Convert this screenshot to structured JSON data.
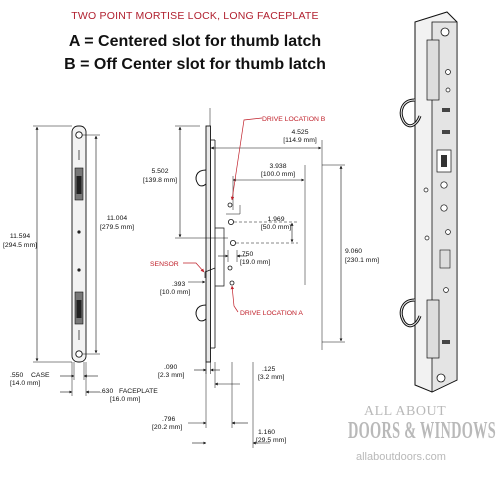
{
  "header": {
    "title": "TWO POINT MORTISE LOCK, LONG FACEPLATE",
    "line_a": "A = Centered slot for thumb latch",
    "line_b": "B = Off Center slot for thumb latch"
  },
  "colors": {
    "title": "#b01f2e",
    "callout": "#c0202a",
    "metal": "#f2f2f2",
    "watermark": "#b9b9b9"
  },
  "callouts": {
    "drive_b": "DRIVE LOCATION B",
    "drive_a": "DRIVE LOCATION A",
    "sensor": "SENSOR",
    "case": "CASE",
    "faceplate": "FACEPLATE"
  },
  "dimensions": {
    "overall": {
      "in": "11.594",
      "mm": "[294.5 mm]"
    },
    "hole_span": {
      "in": "11.004",
      "mm": "[279.5 mm]"
    },
    "upper_hook": {
      "in": "5.502",
      "mm": "[139.8 mm]"
    },
    "width_max": {
      "in": "4.525",
      "mm": "[114.9 mm]"
    },
    "backset": {
      "in": "3.938",
      "mm": "[100.0 mm]"
    },
    "spindle_gap": {
      "in": "1.969",
      "mm": "[50.0 mm]"
    },
    "offset": {
      "in": ".750",
      "mm": "[19.0 mm]"
    },
    "hook_span": {
      "in": "9.060",
      "mm": "[230.1 mm]"
    },
    "sensor_off": {
      "in": ".393",
      "mm": "[10.0 mm]"
    },
    "case_w": {
      "in": ".550",
      "mm": "[14.0 mm]"
    },
    "faceplate_w": {
      "in": ".630",
      "mm": "[16.0 mm]"
    },
    "plate_t": {
      "in": ".090",
      "mm": "[2.3 mm]"
    },
    "case_t": {
      "in": ".125",
      "mm": "[3.2 mm]"
    },
    "depth_a": {
      "in": ".796",
      "mm": "[20.2 mm]"
    },
    "depth_b": {
      "in": "1.160",
      "mm": "[29.5 mm]"
    }
  },
  "watermark": {
    "line1": "ALL ABOUT",
    "line2": "DOORS & WINDOWS",
    "url": "allaboutdoors.com"
  }
}
